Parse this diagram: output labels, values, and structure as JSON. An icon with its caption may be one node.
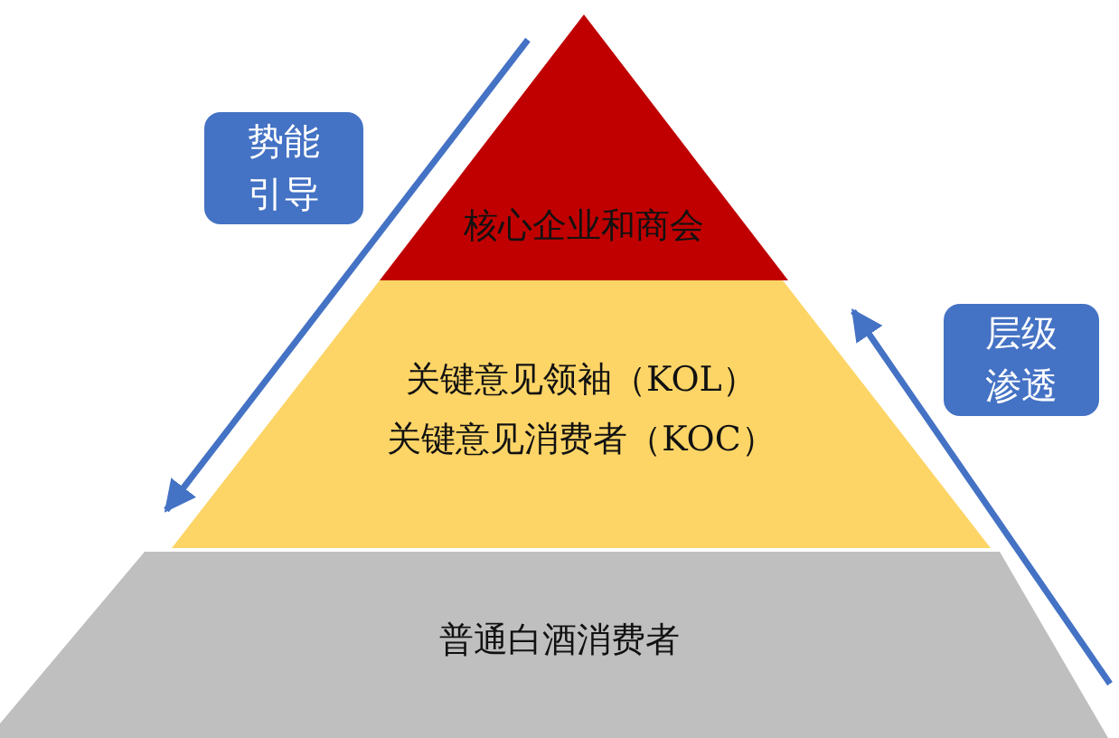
{
  "diagram": {
    "nodes": [
      {
        "text": [
          "核心企业和商会"
        ]
      },
      {
        "text": [
          "关键意见领袖（KOL）",
          "关键意见消费者（KOC）"
        ]
      },
      {
        "text": [
          "普通白酒消费者"
        ]
      },
      {
        "text": [
          "势能引导"
        ]
      },
      {
        "text": [
          "层级渗透"
        ]
      }
    ]
  }
}
